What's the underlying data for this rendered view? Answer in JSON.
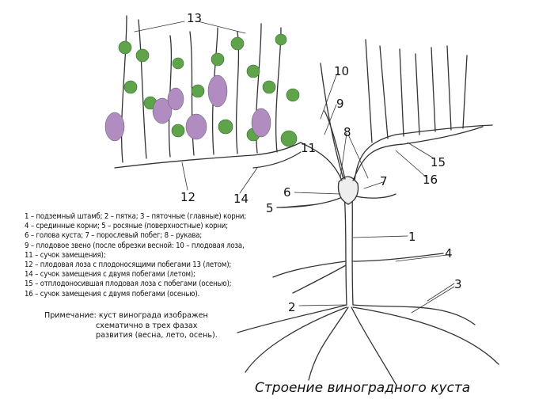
{
  "labels": {
    "n1": "1",
    "n2": "2",
    "n3": "3",
    "n4": "4",
    "n5": "5",
    "n6": "6",
    "n7": "7",
    "n8": "8",
    "n9": "9",
    "n10": "10",
    "n11": "11",
    "n12": "12",
    "n13": "13",
    "n14": "14",
    "n15": "15",
    "n16": "16"
  },
  "legend": [
    "1 – подземный штамб; 2 – пятка; 3 – пяточные (главные) корни;",
    "4 – срединные корни; 5 – росяные (поверхностные) корни;",
    "6 – голова куста; 7 –  порослевый побег; 8 – рукава;",
    "9 – плодовое звено (после обрезки весной: 10 – плодовая лоза,",
    "11 – сучок замещения);",
    "12 – плодовая лоза с плодоносящими побегами 13 (летом);",
    "14 – сучок замещения с двумя побегами (летом);",
    "15 – отплодоносившая плодовая лоза с побегами (осенью);",
    "16 – сучок замещения с двумя побегами (осенью)."
  ],
  "note": {
    "line1": "Примечание: куст винограда изображен",
    "line2": "схематично в трех фазах",
    "line3": "развития (весна, лето, осень)."
  },
  "title": "Строение виноградного куста",
  "colors": {
    "leaf": "#5fa34a",
    "grape": "#b08cc0",
    "line": "#333333"
  }
}
